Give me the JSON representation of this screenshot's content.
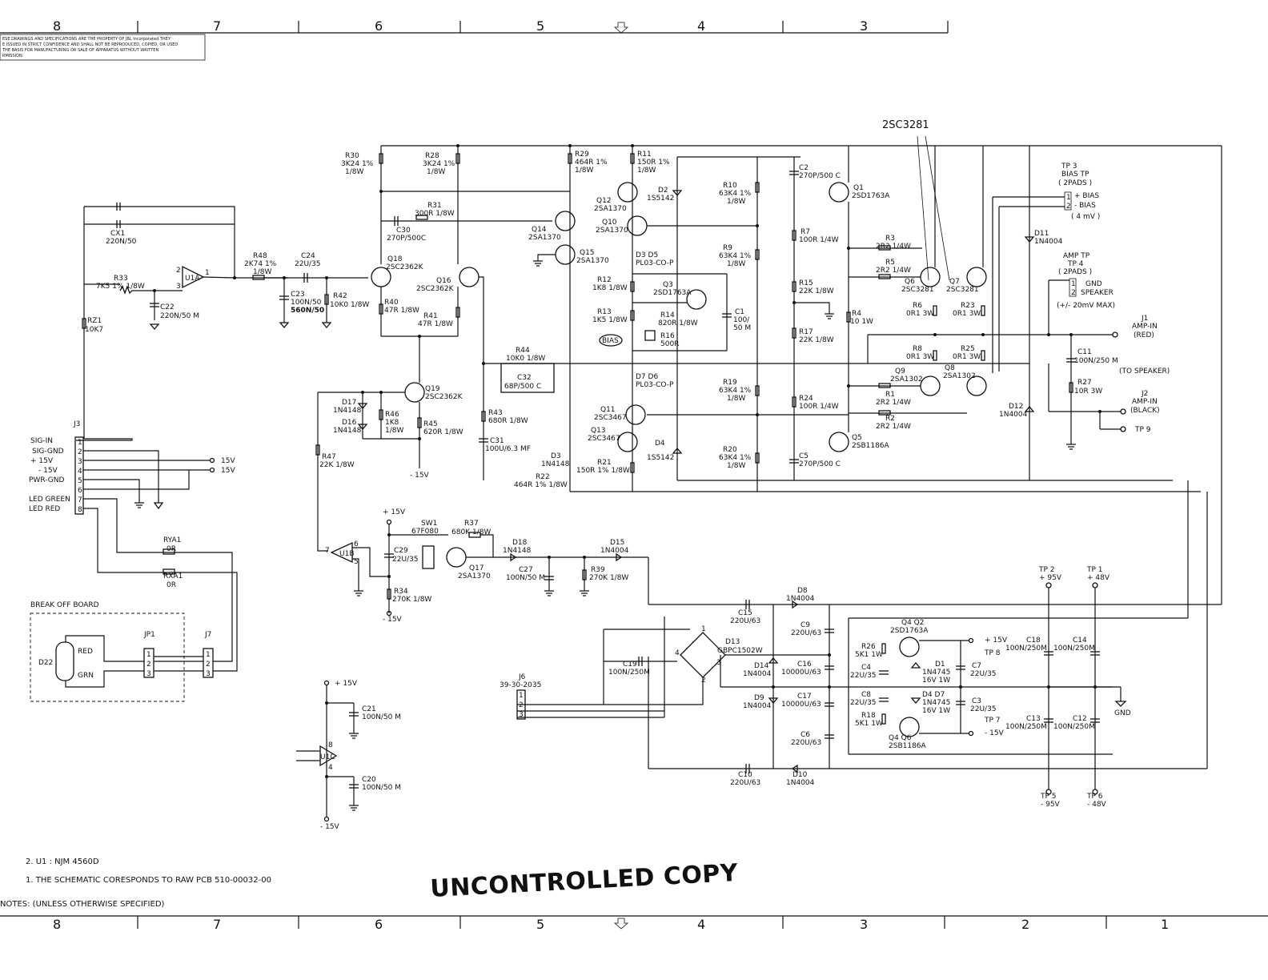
{
  "zones_top": [
    "8",
    "7",
    "6",
    "5",
    "4",
    "3"
  ],
  "zones_bottom": [
    "8",
    "7",
    "6",
    "5",
    "4",
    "3",
    "2",
    "1"
  ],
  "proprietary_notice": [
    "ESE DRAWINGS AND SPECIFICATIONS ARE THE PROPERTY OF JBL Incorporated THEY",
    "E ISSUED IN STRICT CONFIDENCE AND SHALL NOT BE REPRODUCED, COPIED, OR USED",
    "THE BASIS FOR MANUFACTURING OR SALE OF APPARATUS WITHOUT WRITTEN",
    "RMISSION."
  ],
  "callout": "2SC3281",
  "watermark": "UNCONTROLLED COPY",
  "notes": {
    "title": "NOTES: (UNLESS OTHERWISE SPECIFIED)",
    "items": [
      "1. THE SCHEMATIC CORESPONDS TO RAW PCB 510-00032-00",
      "2. U1 : NJM 4560D"
    ]
  },
  "connector_j3": {
    "ref": "J3",
    "pins": [
      "1",
      "2",
      "3",
      "4",
      "5",
      "6",
      "7",
      "8"
    ],
    "signals": [
      "SIG-IN",
      "SIG-GND",
      "+ 15V",
      "- 15V",
      "PWR-GND",
      "",
      "LED GREEN",
      "LED RED"
    ]
  },
  "break_off": {
    "title": "BREAK OFF BOARD",
    "led": "D22",
    "red": "RED",
    "grn": "GRN",
    "jp1": "JP1",
    "j7": "J7",
    "pins": [
      "1",
      "2",
      "3"
    ]
  },
  "j6": {
    "ref": "J6",
    "part": "39-30-2035",
    "pins": [
      "1",
      "2",
      "3"
    ]
  },
  "test_points": {
    "tp3": [
      "TP 3",
      "BIAS TP",
      "( 2PADS )",
      "+ BIAS",
      "- BIAS",
      "( 4 mV )"
    ],
    "tp4": [
      "AMP TP",
      "TP 4",
      "( 2PADS )",
      "GND",
      "SPEAKER",
      "(+/- 20mV MAX)"
    ],
    "tp1": [
      "TP 1",
      "+ 48V"
    ],
    "tp2": [
      "TP 2",
      "+ 95V"
    ],
    "tp5": [
      "TP 5",
      "- 95V"
    ],
    "tp6": [
      "TP 6",
      "- 48V"
    ],
    "tp7": [
      "TP 7",
      "- 15V"
    ],
    "tp8": [
      "TP 8",
      "+ 15V"
    ],
    "tp9": "TP 9",
    "j1": [
      "J1",
      "AMP-IN",
      "(RED)"
    ],
    "j2": [
      "J2",
      "AMP-IN",
      "(BLACK)"
    ],
    "to_speaker": "(TO SPEAKER)",
    "gnd": "GND"
  },
  "rails": {
    "p15": "+ 15V",
    "m15": "- 15V",
    "p15b": "15V",
    "m15b": "15V"
  },
  "components": [
    {
      "ref": "CX1",
      "val": "220N/50"
    },
    {
      "ref": "R33",
      "val": "7K5 1% 1/8W"
    },
    {
      "ref": "RZ1",
      "val": "10K7"
    },
    {
      "ref": "C22",
      "val": "220N/50 M"
    },
    {
      "ref": "U1A",
      "val": ""
    },
    {
      "ref": "R48",
      "val": "2K74 1% 1/8W"
    },
    {
      "ref": "C24",
      "val": "22U/35"
    },
    {
      "ref": "C23",
      "val": "100N/50  560N/50"
    },
    {
      "ref": "R42",
      "val": "10K0 1/8W"
    },
    {
      "ref": "R30",
      "val": "3K24 1% 1/8W"
    },
    {
      "ref": "R28",
      "val": "3K24 1% 1/8W"
    },
    {
      "ref": "R31",
      "val": "300R 1/8W"
    },
    {
      "ref": "C30",
      "val": "270P/500C"
    },
    {
      "ref": "Q18",
      "val": "2SC2362K"
    },
    {
      "ref": "Q16",
      "val": "2SC2362K"
    },
    {
      "ref": "R40",
      "val": "47R 1/8W"
    },
    {
      "ref": "R41",
      "val": "47R 1/8W"
    },
    {
      "ref": "Q19",
      "val": "2SC2362K"
    },
    {
      "ref": "D17",
      "val": "1N4148"
    },
    {
      "ref": "D16",
      "val": "1N4148"
    },
    {
      "ref": "R46",
      "val": "1K8 1/8W"
    },
    {
      "ref": "R45",
      "val": "620R 1/8W"
    },
    {
      "ref": "R47",
      "val": "22K 1/8W"
    },
    {
      "ref": "R29",
      "val": "464R 1% 1/8W"
    },
    {
      "ref": "R11",
      "val": "150R 1% 1/8W"
    },
    {
      "ref": "Q14",
      "val": "2SA1370"
    },
    {
      "ref": "Q15",
      "val": "2SA1370"
    },
    {
      "ref": "Q12",
      "val": "2SA1370"
    },
    {
      "ref": "Q10",
      "val": "2SA1370"
    },
    {
      "ref": "D2",
      "val": "1S5142"
    },
    {
      "ref": "D3/D5",
      "val": "PL03-CO-P"
    },
    {
      "ref": "R12",
      "val": "1K8 1/8W"
    },
    {
      "ref": "Q3",
      "val": "2SD1763A"
    },
    {
      "ref": "R13",
      "val": "1K5 1/8W"
    },
    {
      "ref": "R14",
      "val": "820R 1/8W"
    },
    {
      "ref": "R16",
      "val": "500R"
    },
    {
      "ref": "C1",
      "val": "100/ 50 M"
    },
    {
      "ref": "BIAS",
      "val": ""
    },
    {
      "ref": "R44",
      "val": "10K0 1/8W"
    },
    {
      "ref": "C32",
      "val": "68P/500 C"
    },
    {
      "ref": "R43",
      "val": "680R 1/8W"
    },
    {
      "ref": "C31",
      "val": "100U/6.3 MF"
    },
    {
      "ref": "D7/D6",
      "val": "PL03-CO-P"
    },
    {
      "ref": "Q11",
      "val": "2SC3467"
    },
    {
      "ref": "Q13",
      "val": "2SC3467"
    },
    {
      "ref": "D3",
      "val": "1N4148"
    },
    {
      "ref": "R21",
      "val": "150R 1% 1/8W"
    },
    {
      "ref": "R22",
      "val": "464R 1% 1/8W"
    },
    {
      "ref": "D4",
      "val": "1S5142"
    },
    {
      "ref": "R10",
      "val": "63K4 1% 1/8W"
    },
    {
      "ref": "R9",
      "val": "63K4 1% 1/8W"
    },
    {
      "ref": "R19",
      "val": "63K4 1% 1/8W"
    },
    {
      "ref": "R20",
      "val": "63K4 1% 1/8W"
    },
    {
      "ref": "C2",
      "val": "270P/500 C"
    },
    {
      "ref": "Q1",
      "val": "2SD1763A"
    },
    {
      "ref": "R7",
      "val": "100R 1/4W"
    },
    {
      "ref": "R15",
      "val": "22K 1/8W"
    },
    {
      "ref": "R17",
      "val": "22K 1/8W"
    },
    {
      "ref": "R4",
      "val": "10 1W"
    },
    {
      "ref": "R24",
      "val": "100R 1/4W"
    },
    {
      "ref": "Q5",
      "val": "2SB1186A"
    },
    {
      "ref": "C5",
      "val": "270P/500 C"
    },
    {
      "ref": "R3",
      "val": "2R2 1/4W"
    },
    {
      "ref": "R5",
      "val": "2R2 1/4W"
    },
    {
      "ref": "Q6",
      "val": "2SC3281"
    },
    {
      "ref": "Q7",
      "val": "2SC3281"
    },
    {
      "ref": "R6",
      "val": "0R1 3W"
    },
    {
      "ref": "R23",
      "val": "0R1 3W"
    },
    {
      "ref": "R8",
      "val": "0R1 3W"
    },
    {
      "ref": "R25",
      "val": "0R1 3W"
    },
    {
      "ref": "Q9",
      "val": "2SA1302"
    },
    {
      "ref": "Q8",
      "val": "2SA1302"
    },
    {
      "ref": "R1",
      "val": "2R2 1/4W"
    },
    {
      "ref": "R2",
      "val": "2R2 1/4W"
    },
    {
      "ref": "D11",
      "val": "1N4004"
    },
    {
      "ref": "D12",
      "val": "1N4004"
    },
    {
      "ref": "C11",
      "val": "100N/250 M"
    },
    {
      "ref": "R27",
      "val": "10R 3W"
    },
    {
      "ref": "SW1",
      "val": "67F080"
    },
    {
      "ref": "R37",
      "val": "680K 1/8W"
    },
    {
      "ref": "C29",
      "val": "22U/35"
    },
    {
      "ref": "Q17",
      "val": "2SA1370"
    },
    {
      "ref": "D18",
      "val": "1N4148"
    },
    {
      "ref": "C27",
      "val": "100N/50 M"
    },
    {
      "ref": "D15",
      "val": "1N4004"
    },
    {
      "ref": "R39",
      "val": "270K 1/8W"
    },
    {
      "ref": "R34",
      "val": "270K 1/8W"
    },
    {
      "ref": "U1B",
      "val": ""
    },
    {
      "ref": "RYA1",
      "val": "0R"
    },
    {
      "ref": "RXA1",
      "val": "0R"
    },
    {
      "ref": "C21",
      "val": "100N/50 M"
    },
    {
      "ref": "C20",
      "val": "100N/50 M"
    },
    {
      "ref": "U1C",
      "val": ""
    },
    {
      "ref": "C15",
      "val": "220U/63"
    },
    {
      "ref": "D8",
      "val": "1N4004"
    },
    {
      "ref": "C9",
      "val": "220U/63"
    },
    {
      "ref": "D13",
      "val": "GBPC1502W"
    },
    {
      "ref": "C19",
      "val": "100N/250M"
    },
    {
      "ref": "D14",
      "val": "1N4004"
    },
    {
      "ref": "C16",
      "val": "10000U/63"
    },
    {
      "ref": "D9",
      "val": "1N4004"
    },
    {
      "ref": "C17",
      "val": "10000U/63"
    },
    {
      "ref": "C6",
      "val": "220U/63"
    },
    {
      "ref": "C10",
      "val": "220U/63"
    },
    {
      "ref": "D10",
      "val": "1N4004"
    },
    {
      "ref": "Q2",
      "val": "2SD1763A"
    },
    {
      "ref": "R26",
      "val": "5K1 1W"
    },
    {
      "ref": "C4",
      "val": "22U/35"
    },
    {
      "ref": "D1",
      "val": "1N4745 16V 1W"
    },
    {
      "ref": "C7",
      "val": "22U/35"
    },
    {
      "ref": "C8",
      "val": "22U/35"
    },
    {
      "ref": "D7",
      "val": "1N4745 16V 1W"
    },
    {
      "ref": "C3",
      "val": "22U/35"
    },
    {
      "ref": "R18",
      "val": "5K1 1W"
    },
    {
      "ref": "Q4",
      "val": "2SB1186A"
    },
    {
      "ref": "C18",
      "val": "100N/250M"
    },
    {
      "ref": "C14",
      "val": "100N/250M"
    },
    {
      "ref": "C13",
      "val": "100N/250M"
    },
    {
      "ref": "C12",
      "val": "100N/250M"
    }
  ]
}
